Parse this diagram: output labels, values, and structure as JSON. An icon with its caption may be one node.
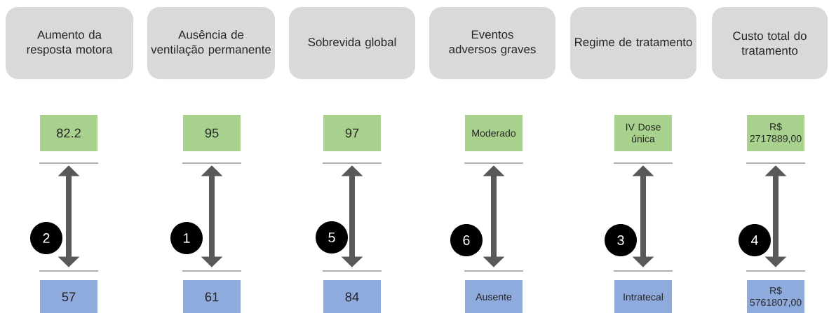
{
  "diagram": {
    "nodes": [
      {
        "text": [
          "Aumento da resposta motora"
        ]
      },
      {
        "text": [
          "Ausência de ventilação permanente"
        ]
      },
      {
        "text": [
          "Sobrevida global"
        ]
      },
      {
        "text": [
          "Eventos adversos graves"
        ]
      },
      {
        "text": [
          "Regime de tratamento"
        ]
      },
      {
        "text": [
          "Custo total do tratamento"
        ]
      },
      {
        "text": [
          "82.2"
        ]
      },
      {
        "text": [
          "95"
        ]
      },
      {
        "text": [
          "97"
        ]
      },
      {
        "text": [
          "Moderado"
        ]
      },
      {
        "text": [
          "IV Dose única"
        ]
      },
      {
        "text": [
          "R$ 2717889,00"
        ]
      },
      {
        "text": [
          "57"
        ]
      },
      {
        "text": [
          "61"
        ]
      },
      {
        "text": [
          "84"
        ]
      },
      {
        "text": [
          "Ausente"
        ]
      },
      {
        "text": [
          "Intratecal"
        ]
      },
      {
        "text": [
          "R$ 5761807,00"
        ]
      }
    ],
    "edges": [
      {
        "from": 6,
        "to": 12,
        "arrow": "both"
      },
      {
        "from": 7,
        "to": 13,
        "arrow": "both"
      },
      {
        "from": 8,
        "to": 14,
        "arrow": "both"
      },
      {
        "from": 9,
        "to": 15,
        "arrow": "both"
      },
      {
        "from": 10,
        "to": 16,
        "arrow": "both"
      },
      {
        "from": 11,
        "to": 17,
        "arrow": "both"
      }
    ],
    "labels": [
      "2",
      "1",
      "5",
      "6",
      "3",
      "4"
    ]
  }
}
